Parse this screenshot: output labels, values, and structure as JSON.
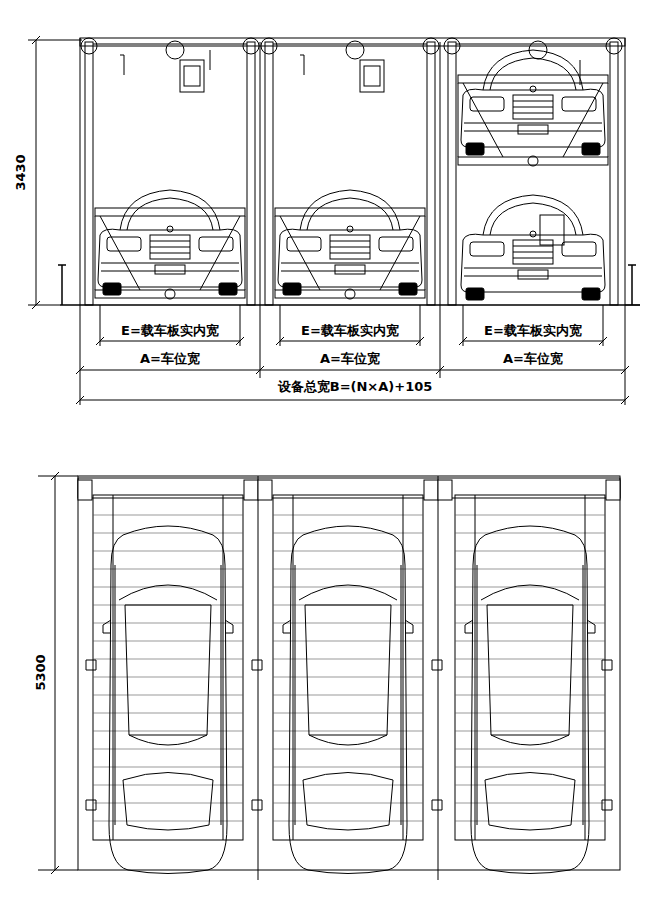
{
  "diagram": {
    "labels": [
      "3430",
      "E=载车板实内宽",
      "E=载车板实内宽",
      "E=载车板实内宽",
      "A=车位宽",
      "A=车位宽",
      "A=车位宽",
      "设备总宽B=(N×A)+105",
      "5300"
    ]
  }
}
